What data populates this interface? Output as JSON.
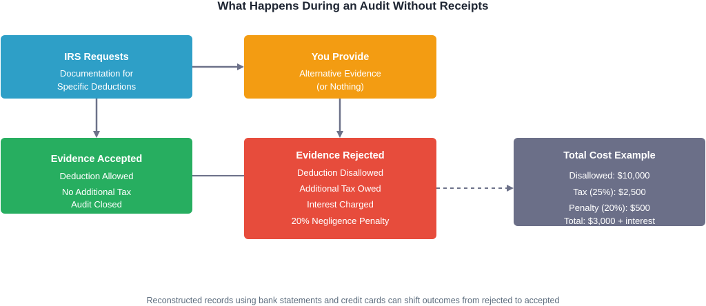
{
  "title": "What Happens During an Audit Without Receipts",
  "colors": {
    "irs": "#2e9fc7",
    "provide": "#f39c12",
    "accepted": "#27ae60",
    "rejected": "#e74c3c",
    "total": "#6b6f88",
    "connector": "#6c7189"
  },
  "nodes": {
    "irs": {
      "title": "IRS Requests",
      "lines": [
        "Documentation for",
        "Specific Deductions"
      ]
    },
    "provide": {
      "title": "You Provide",
      "lines": [
        "Alternative Evidence",
        "(or Nothing)"
      ]
    },
    "accepted": {
      "title": "Evidence Accepted",
      "lines": [
        "Deduction Allowed",
        "No Additional Tax",
        "Audit Closed"
      ]
    },
    "rejected": {
      "title": "Evidence Rejected",
      "lines": [
        "Deduction Disallowed",
        "Additional Tax Owed",
        "Interest Charged",
        "20% Negligence Penalty"
      ]
    },
    "total": {
      "title": "Total Cost Example",
      "lines": [
        "Disallowed: $10,000",
        "Tax (25%): $2,500",
        "Penalty (20%): $500",
        "Total: $3,000 + interest"
      ]
    }
  },
  "edges": [
    {
      "from": "irs",
      "to": "provide",
      "style": "solid"
    },
    {
      "from": "irs",
      "to": "accepted",
      "style": "solid"
    },
    {
      "from": "provide",
      "to": "rejected",
      "style": "solid"
    },
    {
      "from": "accepted",
      "to": "rejected",
      "style": "solid"
    },
    {
      "from": "rejected",
      "to": "total",
      "style": "dashed"
    }
  ],
  "footnote": "Reconstructed records using bank statements and credit cards can shift outcomes from rejected to accepted"
}
